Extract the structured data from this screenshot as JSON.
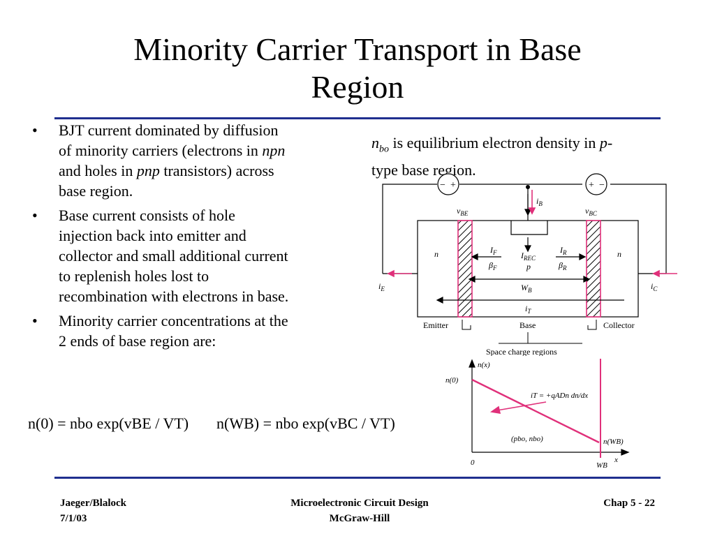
{
  "slide": {
    "title_line1": "Minority Carrier Transport in Base",
    "title_line2": "Region"
  },
  "bullets": [
    {
      "l1": "BJT current dominated by diffusion",
      "l2a": "of minority carriers (electrons in ",
      "l2i": "npn",
      "l3a": "and holes in ",
      "l3i": "pnp",
      "l3b": " transistors) across",
      "l4": "base region."
    },
    {
      "l1": "Base current consists of hole",
      "l2": "injection back into emitter and",
      "l3": "collector and small additional current",
      "l4": "to replenish holes lost to",
      "l5": "recombination with electrons in base."
    },
    {
      "l1": "Minority carrier concentrations at the",
      "l2": "2 ends of base region are:"
    }
  ],
  "note": {
    "symbol": "n",
    "symbol_sub": "bo",
    "text1": " is equilibrium electron density in ",
    "text1_italic": "p",
    "text1_end": "-",
    "text2": "type base region."
  },
  "diagram": {
    "ib": "i",
    "ib_sub": "B",
    "vbe": "v",
    "vbe_sub": "BE",
    "vbc": "v",
    "vbc_sub": "BC",
    "n_left": "n",
    "n_right": "n",
    "if": "I",
    "if_sub": "F",
    "bf": "β",
    "bf_sub": "F",
    "irec": "I",
    "irec_sub": "REC",
    "p": "p",
    "ir": "I",
    "ir_sub": "R",
    "br": "β",
    "br_sub": "R",
    "ie": "i",
    "ie_sub": "E",
    "ic": "i",
    "ic_sub": "C",
    "wb": "W",
    "wb_sub": "B",
    "it": "i",
    "it_sub": "T",
    "emitter": "Emitter",
    "base": "Base",
    "collector": "Collector",
    "scr": "Space charge regions",
    "colors": {
      "pink": "#e0307a",
      "navy": "#1f2f8f"
    }
  },
  "graph": {
    "ylabel": "n(x)",
    "n0": "n(0)",
    "eq": "iT = +qADn dn/dx",
    "pn": "(pbo, nbo)",
    "nwb": "n(WB)",
    "xlabel": "x",
    "origin": "0",
    "wb": "WB"
  },
  "equations": {
    "eq1": "n(0) = nbo exp(vBE / VT)",
    "eq2": "n(WB) = nbo exp(vBC / VT)"
  },
  "footer": {
    "author": "Jaeger/Blalock",
    "date": "7/1/03",
    "book": "Microelectronic Circuit Design",
    "publisher": "McGraw-Hill",
    "chap": "Chap 5 - 22"
  }
}
